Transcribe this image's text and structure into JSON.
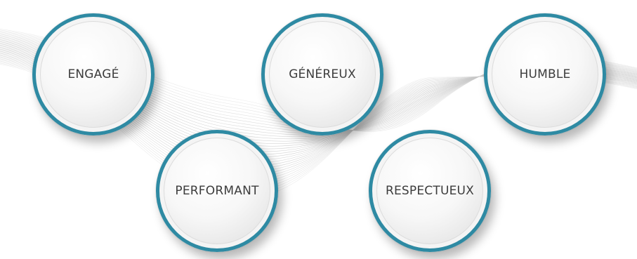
{
  "values": [
    {
      "label": "ENGAGÉ"
    },
    {
      "label": "GÉNÉREUX"
    },
    {
      "label": "HUMBLE"
    },
    {
      "label": "PERFORMANT"
    },
    {
      "label": "RESPECTUEUX"
    }
  ],
  "colors": {
    "ring": "#2e8aa3",
    "text": "#3c3c3c",
    "wave": "#c9c9c9",
    "background": "#ffffff"
  }
}
